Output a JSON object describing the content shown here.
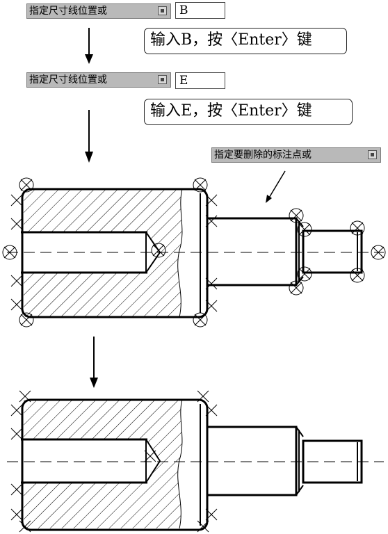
{
  "step1": {
    "prompt": "指定尺寸线位置或",
    "input": "B",
    "instruction": "输入B，按〈Enter〉键"
  },
  "step2": {
    "prompt": "指定尺寸线位置或",
    "input": "E",
    "instruction": "输入E，按〈Enter〉键"
  },
  "step3": {
    "prompt": "指定要删除的标注点或"
  }
}
